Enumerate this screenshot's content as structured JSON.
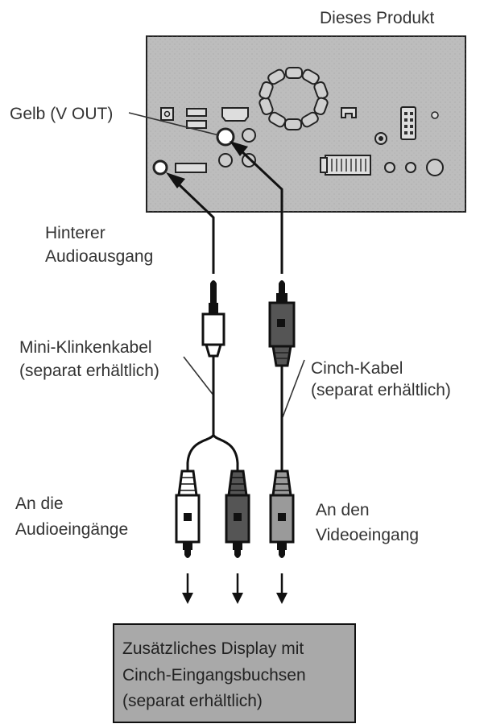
{
  "labels": {
    "product": "Dieses Produkt",
    "yellow_vout": "Gelb (V OUT)",
    "rear_audio_line1": "Hinterer",
    "rear_audio_line2": "Audioausgang",
    "mini_jack_line1": "Mini-Klinkenkabel",
    "mini_jack_line2": "(separat erhältlich)",
    "cinch_line1": "Cinch-Kabel",
    "cinch_line2": "(separat erhältlich)",
    "audio_inputs_line1": "An die",
    "audio_inputs_line2": "Audioeingänge",
    "video_input_line1": "An den",
    "video_input_line2": "Videoeingang"
  },
  "display_box": {
    "line1": "Zusätzliches Display mit",
    "line2": "Cinch-Eingangsbuchsen",
    "line3": "(separat erhältlich)"
  },
  "colors": {
    "panel": "#bdbdbd",
    "display_box": "#a9a9a9",
    "plug_light": "#ffffff",
    "plug_dark": "#555555",
    "plug_mid": "#9a9a9a"
  }
}
